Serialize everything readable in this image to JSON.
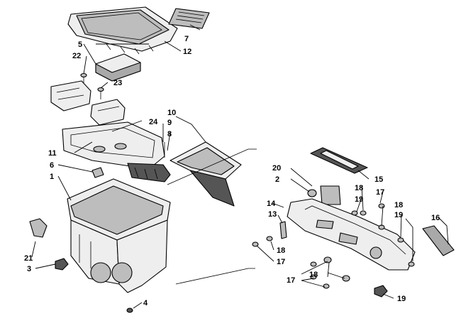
{
  "colors": {
    "line": "#000000",
    "part_light": "#eeeeee",
    "part_mid": "#bdbdbd",
    "part_dark": "#555555",
    "filter": "#a9a9a9",
    "background": "#ffffff"
  },
  "callouts": [
    {
      "id": "1",
      "text": "1"
    },
    {
      "id": "2",
      "text": "2"
    },
    {
      "id": "3",
      "text": "3"
    },
    {
      "id": "4",
      "text": "4"
    },
    {
      "id": "5",
      "text": "5"
    },
    {
      "id": "6",
      "text": "6"
    },
    {
      "id": "7",
      "text": "7"
    },
    {
      "id": "8",
      "text": "8"
    },
    {
      "id": "9",
      "text": "9"
    },
    {
      "id": "10",
      "text": "10"
    },
    {
      "id": "11",
      "text": "11"
    },
    {
      "id": "12",
      "text": "12"
    },
    {
      "id": "13",
      "text": "13"
    },
    {
      "id": "14",
      "text": "14"
    },
    {
      "id": "15",
      "text": "15"
    },
    {
      "id": "16",
      "text": "16"
    },
    {
      "id": "17a",
      "text": "17"
    },
    {
      "id": "17b",
      "text": "17"
    },
    {
      "id": "17c",
      "text": "17"
    },
    {
      "id": "18a",
      "text": "18"
    },
    {
      "id": "18b",
      "text": "18"
    },
    {
      "id": "18c",
      "text": "18"
    },
    {
      "id": "18d",
      "text": "18"
    },
    {
      "id": "19a",
      "text": "19"
    },
    {
      "id": "19b",
      "text": "19"
    },
    {
      "id": "19c",
      "text": "19"
    },
    {
      "id": "20",
      "text": "20"
    },
    {
      "id": "21",
      "text": "21"
    },
    {
      "id": "22",
      "text": "22"
    },
    {
      "id": "23",
      "text": "23"
    },
    {
      "id": "24",
      "text": "24"
    }
  ]
}
